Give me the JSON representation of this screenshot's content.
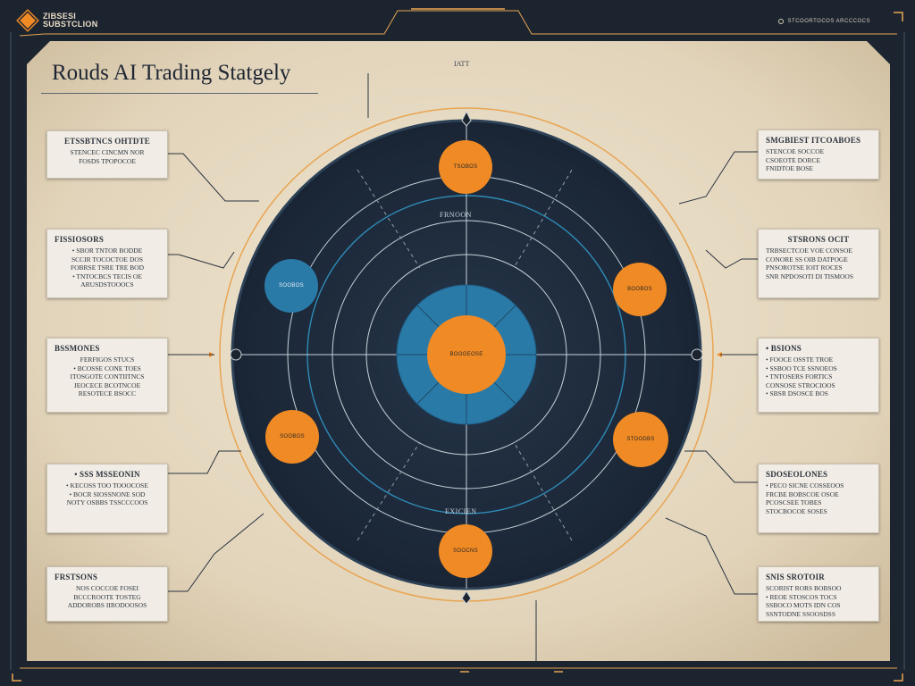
{
  "header": {
    "logo_line1": "ZIBSESI",
    "logo_line2": "SUBSTCLION",
    "top_right": "STCOORTOCOS ARCCCOCS",
    "title": "Rouds AI Trading Statgely",
    "center_label": "IATT"
  },
  "diagram": {
    "upper_ring_label": "FRNOON",
    "lower_ring_label": "EXICIEN"
  },
  "cards_left": [
    {
      "heading": "ETSSBTNCS OHTDTE",
      "lines": [
        "STENCEC CINCMN NOR",
        "FOSDS TPOPOCOE"
      ]
    },
    {
      "heading": "FISSIOSORS",
      "lines": [
        "• SBOR TNTOR BODDE",
        "SCCIR TOCOCTOE DOS",
        "FOBRSE TSRE TRE BOD",
        "• TNTOCBCS TECIS OE",
        "ARUSDSTOOOCS"
      ]
    },
    {
      "heading": "BSSMONES",
      "lines": [
        "FERFIGOS STUCS",
        "• BCOSSE CONE TOES",
        "ITOSGOTE CONTIITNCS",
        "JEOCECE BCOTNCOE",
        "RESOTECE BSOCC"
      ]
    },
    {
      "heading": "• SSS MSSEONIN",
      "lines": [
        "• KECOSS TOO TOOOCOSE",
        "• BOCR SIOSSNONE SOD",
        "NOTY OSBBS TSSCCCOOS"
      ]
    },
    {
      "heading": "FRSTSONS",
      "lines": [
        "NOS COCCOE FOSEI",
        "BCCCROOTE TOSTEG",
        "ADDOROBS IIRODOOSOS"
      ]
    }
  ],
  "cards_right": [
    {
      "heading": "SMGBIEST ITCOABOES",
      "lines": [
        "STENCOE SOCCOE",
        "CSOEOTE DORCE",
        "FNIDTOE BOSE"
      ]
    },
    {
      "heading": "STSRONS OCIT",
      "lines": [
        "TRBSECTCOE VOE CONSOE",
        "CONORE SS OIB DATPOGE",
        "PNSOROTSE IOIT ROCES",
        "SNR NPDOSOTI DI TISMOOS"
      ]
    },
    {
      "heading": "• BSIONS",
      "lines": [
        "• FOOCE OSSTE TROE",
        "• SSBOO TCE SSNOEOS",
        "• TNTOSERS FORTICS",
        "CONSOSE STROCIOOS",
        "• SBSR DSOSCE BOS"
      ]
    },
    {
      "heading": "SDOSEOLONES",
      "lines": [
        "• PECO SICNE COSSEOOS",
        "FRCBE BOBSCOE OSOE",
        "PCOSCSEE TOBES",
        "STOCBOCOE SOSES"
      ]
    },
    {
      "heading": "SNIS SROTOIR",
      "lines": [
        "SCORIST RORS BOBSOO",
        "• REOE STOSCOS TOCS",
        "SSBOCO MOTS IDN COS",
        "SSNTODNE SSOOSDSS"
      ]
    }
  ],
  "nodes": [
    {
      "id": "center",
      "label": "BOOGEOSE"
    },
    {
      "id": "top",
      "label": "TSOBOS"
    },
    {
      "id": "left",
      "label": "SOOBOS"
    },
    {
      "id": "right",
      "label": "BOOBOS"
    },
    {
      "id": "lower-left",
      "label": "SOOBOS"
    },
    {
      "id": "lower-right",
      "label": "STOODBS"
    },
    {
      "id": "bottom",
      "label": "SOOCNS"
    }
  ],
  "colors": {
    "paper": "#e4d8c2",
    "dark": "#1c2430",
    "circle": "#1f2d3d",
    "orange": "#f08a24",
    "blue": "#2a7aa8",
    "accent_ring": "#e8a552"
  }
}
